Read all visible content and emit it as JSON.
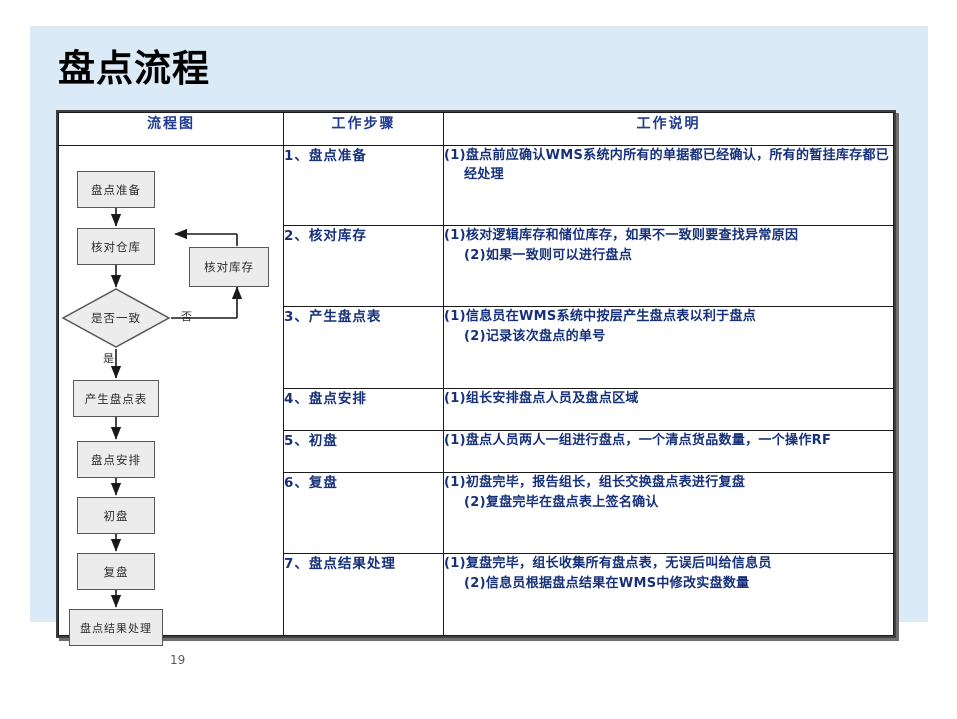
{
  "slide": {
    "title": "盘点流程",
    "page_number": "19",
    "background_color": "#daeaf7",
    "accent_color": "#16317a"
  },
  "table": {
    "headers": [
      "流程图",
      "工作步骤",
      "工作说明"
    ],
    "rows": [
      {
        "step": "1、盘点准备",
        "desc": [
          "(1)盘点前应确认WMS系统内所有的单据都已经确认，所有的暂挂库存都已经处理"
        ]
      },
      {
        "step": "2、核对库存",
        "desc": [
          "(1)核对逻辑库存和储位库存，如果不一致则要查找异常原因",
          "(2)如果一致则可以进行盘点"
        ]
      },
      {
        "step": "3、产生盘点表",
        "desc": [
          "(1)信息员在WMS系统中按层产生盘点表以利于盘点",
          "(2)记录该次盘点的单号"
        ]
      },
      {
        "step": "4、盘点安排",
        "desc": [
          "(1)组长安排盘点人员及盘点区域"
        ]
      },
      {
        "step": "5、初盘",
        "desc": [
          "(1)盘点人员两人一组进行盘点，一个清点货品数量，一个操作RF"
        ]
      },
      {
        "step": "6、复盘",
        "desc": [
          "(1)初盘完毕，报告组长，组长交换盘点表进行复盘",
          "(2)复盘完毕在盘点表上签名确认"
        ]
      },
      {
        "step": "7、盘点结果处理",
        "desc": [
          "(1)复盘完毕，组长收集所有盘点表，无误后叫给信息员",
          "(2)信息员根据盘点结果在WMS中修改实盘数量"
        ]
      }
    ]
  },
  "flowchart": {
    "nodes": [
      {
        "id": "prepare",
        "label": "盘点准备",
        "shape": "box"
      },
      {
        "id": "checkwh",
        "label": "核对仓库",
        "shape": "box"
      },
      {
        "id": "checkinv",
        "label": "核对库存",
        "shape": "box"
      },
      {
        "id": "decide",
        "label": "是否一致",
        "shape": "diamond"
      },
      {
        "id": "gensheet",
        "label": "产生盘点表",
        "shape": "box"
      },
      {
        "id": "arrange",
        "label": "盘点安排",
        "shape": "box"
      },
      {
        "id": "first",
        "label": "初盘",
        "shape": "box"
      },
      {
        "id": "recheck",
        "label": "复盘",
        "shape": "box"
      },
      {
        "id": "result",
        "label": "盘点结果处理",
        "shape": "box"
      }
    ],
    "edge_labels": {
      "no": "否",
      "yes": "是"
    }
  }
}
